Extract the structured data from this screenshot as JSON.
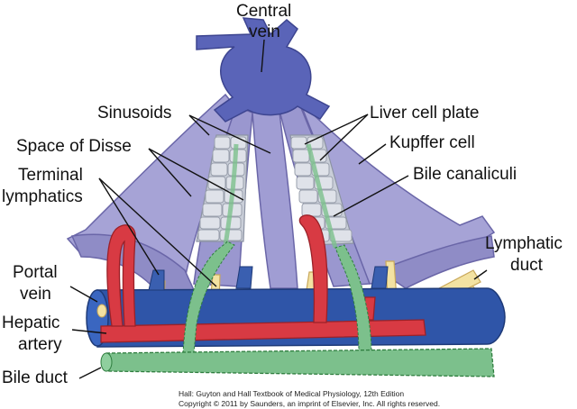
{
  "labels": {
    "central_vein_1": "Central",
    "central_vein_2": "vein",
    "sinusoids": "Sinusoids",
    "space_of_disse": "Space of Disse",
    "terminal_lymphatics_1": "Terminal",
    "terminal_lymphatics_2": "lymphatics",
    "portal_vein_1": "Portal",
    "portal_vein_2": "vein",
    "hepatic_artery_1": "Hepatic",
    "hepatic_artery_2": "artery",
    "bile_duct": "Bile duct",
    "liver_cell_plate": "Liver cell plate",
    "kupffer_cell": "Kupffer cell",
    "bile_canaliculi": "Bile canaliculi",
    "lymphatic_duct_1": "Lymphatic",
    "lymphatic_duct_2": "duct"
  },
  "credit": {
    "line1": "Hall: Guyton and Hall Textbook of Medical Physiology, 12th Edition",
    "line2": "Copyright © 2011 by Saunders, an imprint of Elsevier, Inc. All rights reserved."
  },
  "colors": {
    "sinusoid": "#9a97cf",
    "sinusoid_edge": "#6a66a8",
    "central_vein": "#5a64b8",
    "portal_vein": "#2f55a8",
    "hepatic_artery": "#d83a43",
    "bile_duct": "#7cc08c",
    "lymphatic": "#f3e2a2",
    "cell_plate": "#cfd3dc"
  }
}
